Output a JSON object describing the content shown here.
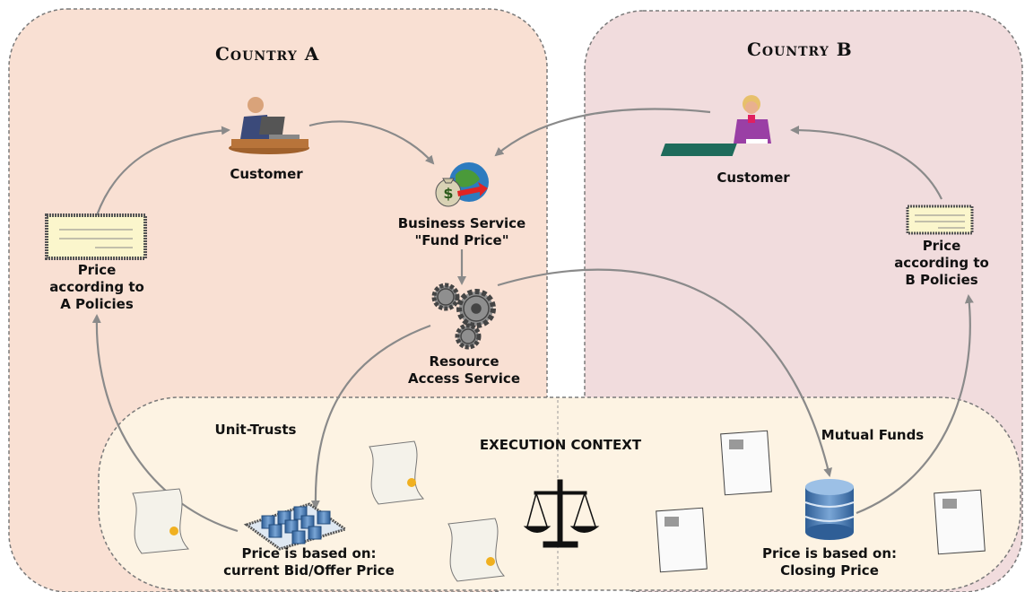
{
  "regions": {
    "country_a": {
      "title": "Country A",
      "fill": "#f9e0d3"
    },
    "country_b": {
      "title": "Country B",
      "fill": "#f1dcdd"
    },
    "execution": {
      "title": "EXECUTION CONTEXT",
      "fill": "#fdf3e3"
    }
  },
  "nodes": {
    "customer_a": {
      "label": "Customer",
      "icon": "man-at-laptop-icon"
    },
    "customer_b": {
      "label": "Customer",
      "icon": "woman-at-desk-icon"
    },
    "business_service": {
      "label": "Business Service\n\"Fund Price\"",
      "icon": "money-globe-icon"
    },
    "resource_access": {
      "label": "Resource\nAccess Service",
      "icon": "gears-icon"
    },
    "price_a": {
      "label": "Price\naccording to\nA Policies",
      "icon": "cheque-icon"
    },
    "price_b": {
      "label": "Price\naccording to\nB Policies",
      "icon": "cheque-icon"
    },
    "unit_trusts": {
      "label": "Unit-Trusts"
    },
    "mutual_funds": {
      "label": "Mutual Funds"
    },
    "price_bid_offer": {
      "label": "Price is based on:\ncurrent Bid/Offer Price",
      "icon": "database-cluster-icon"
    },
    "price_closing": {
      "label": "Price is based on:\nClosing Price",
      "icon": "database-icon"
    }
  },
  "colors": {
    "arrow": "#8a8a8a",
    "border": "#7a7a7a",
    "db_blue": "#4a78b0",
    "cheque": "#fbf6cc"
  }
}
